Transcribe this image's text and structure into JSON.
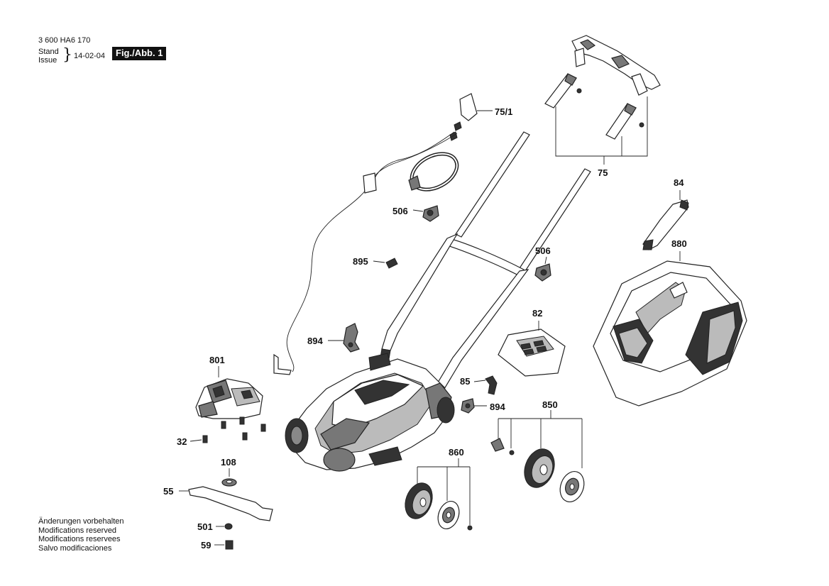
{
  "header": {
    "doc_number": "3 600 HA6 170",
    "stand": "Stand",
    "issue": "Issue",
    "brace": "}",
    "date": "14-02-04",
    "figure": "Fig./Abb. 1"
  },
  "notes": [
    "Änderungen vorbehalten",
    "Modifications reserved",
    "Modifications reservees",
    "Salvo modificaciones"
  ],
  "parts": {
    "p75_1": "75/1",
    "p75": "75",
    "p84": "84",
    "p880": "880",
    "p506_a": "506",
    "p506_b": "506",
    "p895": "895",
    "p82": "82",
    "p894_a": "894",
    "p894_b": "894",
    "p801": "801",
    "p85": "85",
    "p850": "850",
    "p32": "32",
    "p860": "860",
    "p108": "108",
    "p55": "55",
    "p501": "501",
    "p59": "59"
  }
}
